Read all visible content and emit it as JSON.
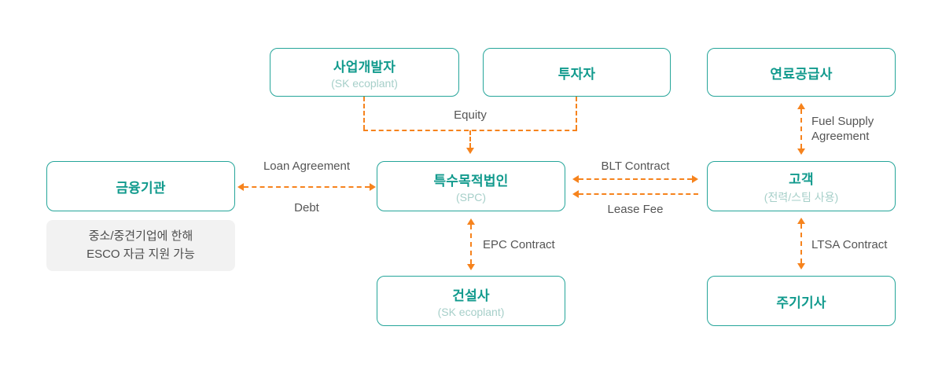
{
  "colors": {
    "teal": "#119a8d",
    "teal_border": "#25a59a",
    "teal_subtle": "#a6cfc9",
    "orange": "#f6831d",
    "label_gray": "#555555",
    "note_bg": "#f2f2f2",
    "note_text": "#4d4d4d",
    "background": "#ffffff"
  },
  "boxes": {
    "developer": {
      "title": "사업개발자",
      "subtitle": "(SK ecoplant)"
    },
    "investor": {
      "title": "투자자"
    },
    "fuel_supplier": {
      "title": "연료공급사"
    },
    "financial_institution": {
      "title": "금융기관"
    },
    "spc": {
      "title": "특수목적법인",
      "subtitle": "(SPC)"
    },
    "customer": {
      "title": "고객",
      "subtitle": "(전력/스팀 사용)"
    },
    "builder": {
      "title": "건설사",
      "subtitle": "(SK ecoplant)"
    },
    "main_equipment_supplier": {
      "title": "주기기사"
    }
  },
  "note": {
    "line1": "중소/중견기업에 한해",
    "line2": "ESCO 자금 지원 가능"
  },
  "connector_labels": {
    "equity": "Equity",
    "loan_agreement": "Loan Agreement",
    "debt": "Debt",
    "blt_contract": "BLT Contract",
    "lease_fee": "Lease Fee",
    "epc_contract": "EPC Contract",
    "fuel_supply_line1": "Fuel Supply",
    "fuel_supply_line2": "Agreement",
    "ltsa_contract": "LTSA Contract"
  }
}
